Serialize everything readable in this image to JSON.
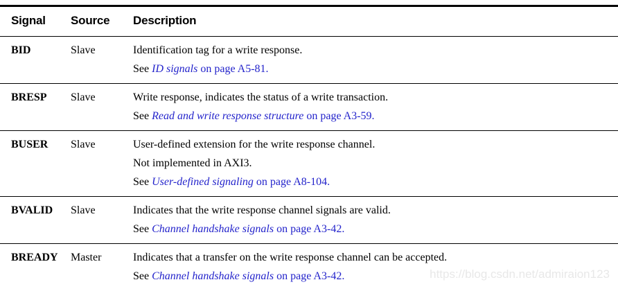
{
  "watermark": "https://blog.csdn.net/admiraion123",
  "colors": {
    "text": "#000000",
    "link": "#2323cb",
    "rule": "#000000",
    "watermark": "#e8e8e8",
    "background": "#ffffff"
  },
  "table": {
    "headers": [
      "Signal",
      "Source",
      "Description"
    ],
    "rows": [
      {
        "signal": "BID",
        "source": "Slave",
        "description_lines": [
          [
            {
              "text": "Identification tag for a write response.",
              "style": "plain"
            }
          ],
          [
            {
              "text": "See ",
              "style": "plain"
            },
            {
              "text": "ID signals",
              "style": "link-italic"
            },
            {
              "text": " on page A5-81.",
              "style": "link"
            }
          ]
        ]
      },
      {
        "signal": "BRESP",
        "source": "Slave",
        "description_lines": [
          [
            {
              "text": "Write response, indicates the status of a write transaction.",
              "style": "plain"
            }
          ],
          [
            {
              "text": "See ",
              "style": "plain"
            },
            {
              "text": "Read and write response structure",
              "style": "link-italic"
            },
            {
              "text": " on page A3-59.",
              "style": "link"
            }
          ]
        ]
      },
      {
        "signal": "BUSER",
        "source": "Slave",
        "description_lines": [
          [
            {
              "text": "User-defined extension for the write response channel.",
              "style": "plain"
            }
          ],
          [
            {
              "text": "Not implemented in AXI3.",
              "style": "plain"
            }
          ],
          [
            {
              "text": "See ",
              "style": "plain"
            },
            {
              "text": "User-defined signaling",
              "style": "link-italic"
            },
            {
              "text": " on page A8-104.",
              "style": "link"
            }
          ]
        ]
      },
      {
        "signal": "BVALID",
        "source": "Slave",
        "description_lines": [
          [
            {
              "text": "Indicates that the write response channel signals are valid.",
              "style": "plain"
            }
          ],
          [
            {
              "text": "See ",
              "style": "plain"
            },
            {
              "text": "Channel handshake signals",
              "style": "link-italic"
            },
            {
              "text": " on page A3-42.",
              "style": "link"
            }
          ]
        ]
      },
      {
        "signal": "BREADY",
        "source": "Master",
        "description_lines": [
          [
            {
              "text": "Indicates that a transfer on the write response channel can be accepted.",
              "style": "plain"
            }
          ],
          [
            {
              "text": "See ",
              "style": "plain"
            },
            {
              "text": "Channel handshake signals",
              "style": "link-italic"
            },
            {
              "text": " on page A3-42.",
              "style": "link"
            }
          ]
        ]
      }
    ]
  }
}
